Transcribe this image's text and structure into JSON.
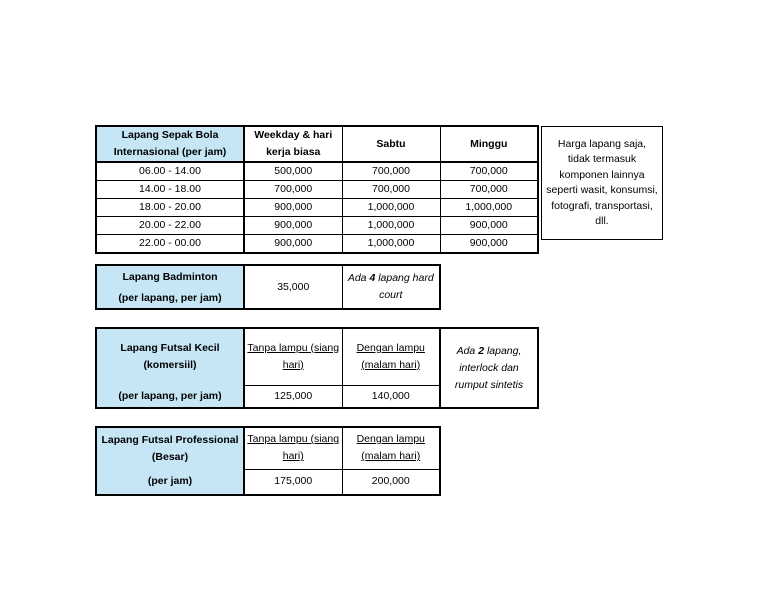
{
  "soccer": {
    "headers": [
      "Lapang Sepak Bola Internasional (per jam)",
      "Weekday & hari kerja biasa",
      "Sabtu",
      "Minggu"
    ],
    "rows": [
      [
        "06.00 - 14.00",
        "500,000",
        "700,000",
        "700,000"
      ],
      [
        "14.00 - 18.00",
        "700,000",
        "700,000",
        "700,000"
      ],
      [
        "18.00 - 20.00",
        "900,000",
        "1,000,000",
        "1,000,000"
      ],
      [
        "20.00 - 22.00",
        "900,000",
        "1,000,000",
        "900,000"
      ],
      [
        "22.00 - 00.00",
        "900,000",
        "1,000,000",
        "900,000"
      ]
    ],
    "note": "Harga lapang saja, tidak termasuk komponen lainnya seperti wasit, konsumsi, fotografi, transportasi, dll."
  },
  "badminton": {
    "title": "Lapang Badminton",
    "subtitle": "(per lapang, per jam)",
    "price": "35,000",
    "note_pre": "Ada ",
    "note_num": "4",
    "note_post": " lapang hard court"
  },
  "futsal_small": {
    "title": "Lapang Futsal Kecil (komersiil)",
    "subtitle": "(per lapang, per jam)",
    "col1_header": "Tanpa lampu (siang hari)",
    "col2_header": "Dengan lampu (malam hari)",
    "price1": "125,000",
    "price2": "140,000",
    "note_pre": "Ada ",
    "note_num": "2",
    "note_post": " lapang, interlock dan rumput sintetis"
  },
  "futsal_pro": {
    "title": "Lapang Futsal Professional (Besar)",
    "subtitle": "(per jam)",
    "col1_header": "Tanpa lampu (siang hari)",
    "col2_header": "Dengan lampu (malam hari)",
    "price1": "175,000",
    "price2": "200,000"
  }
}
